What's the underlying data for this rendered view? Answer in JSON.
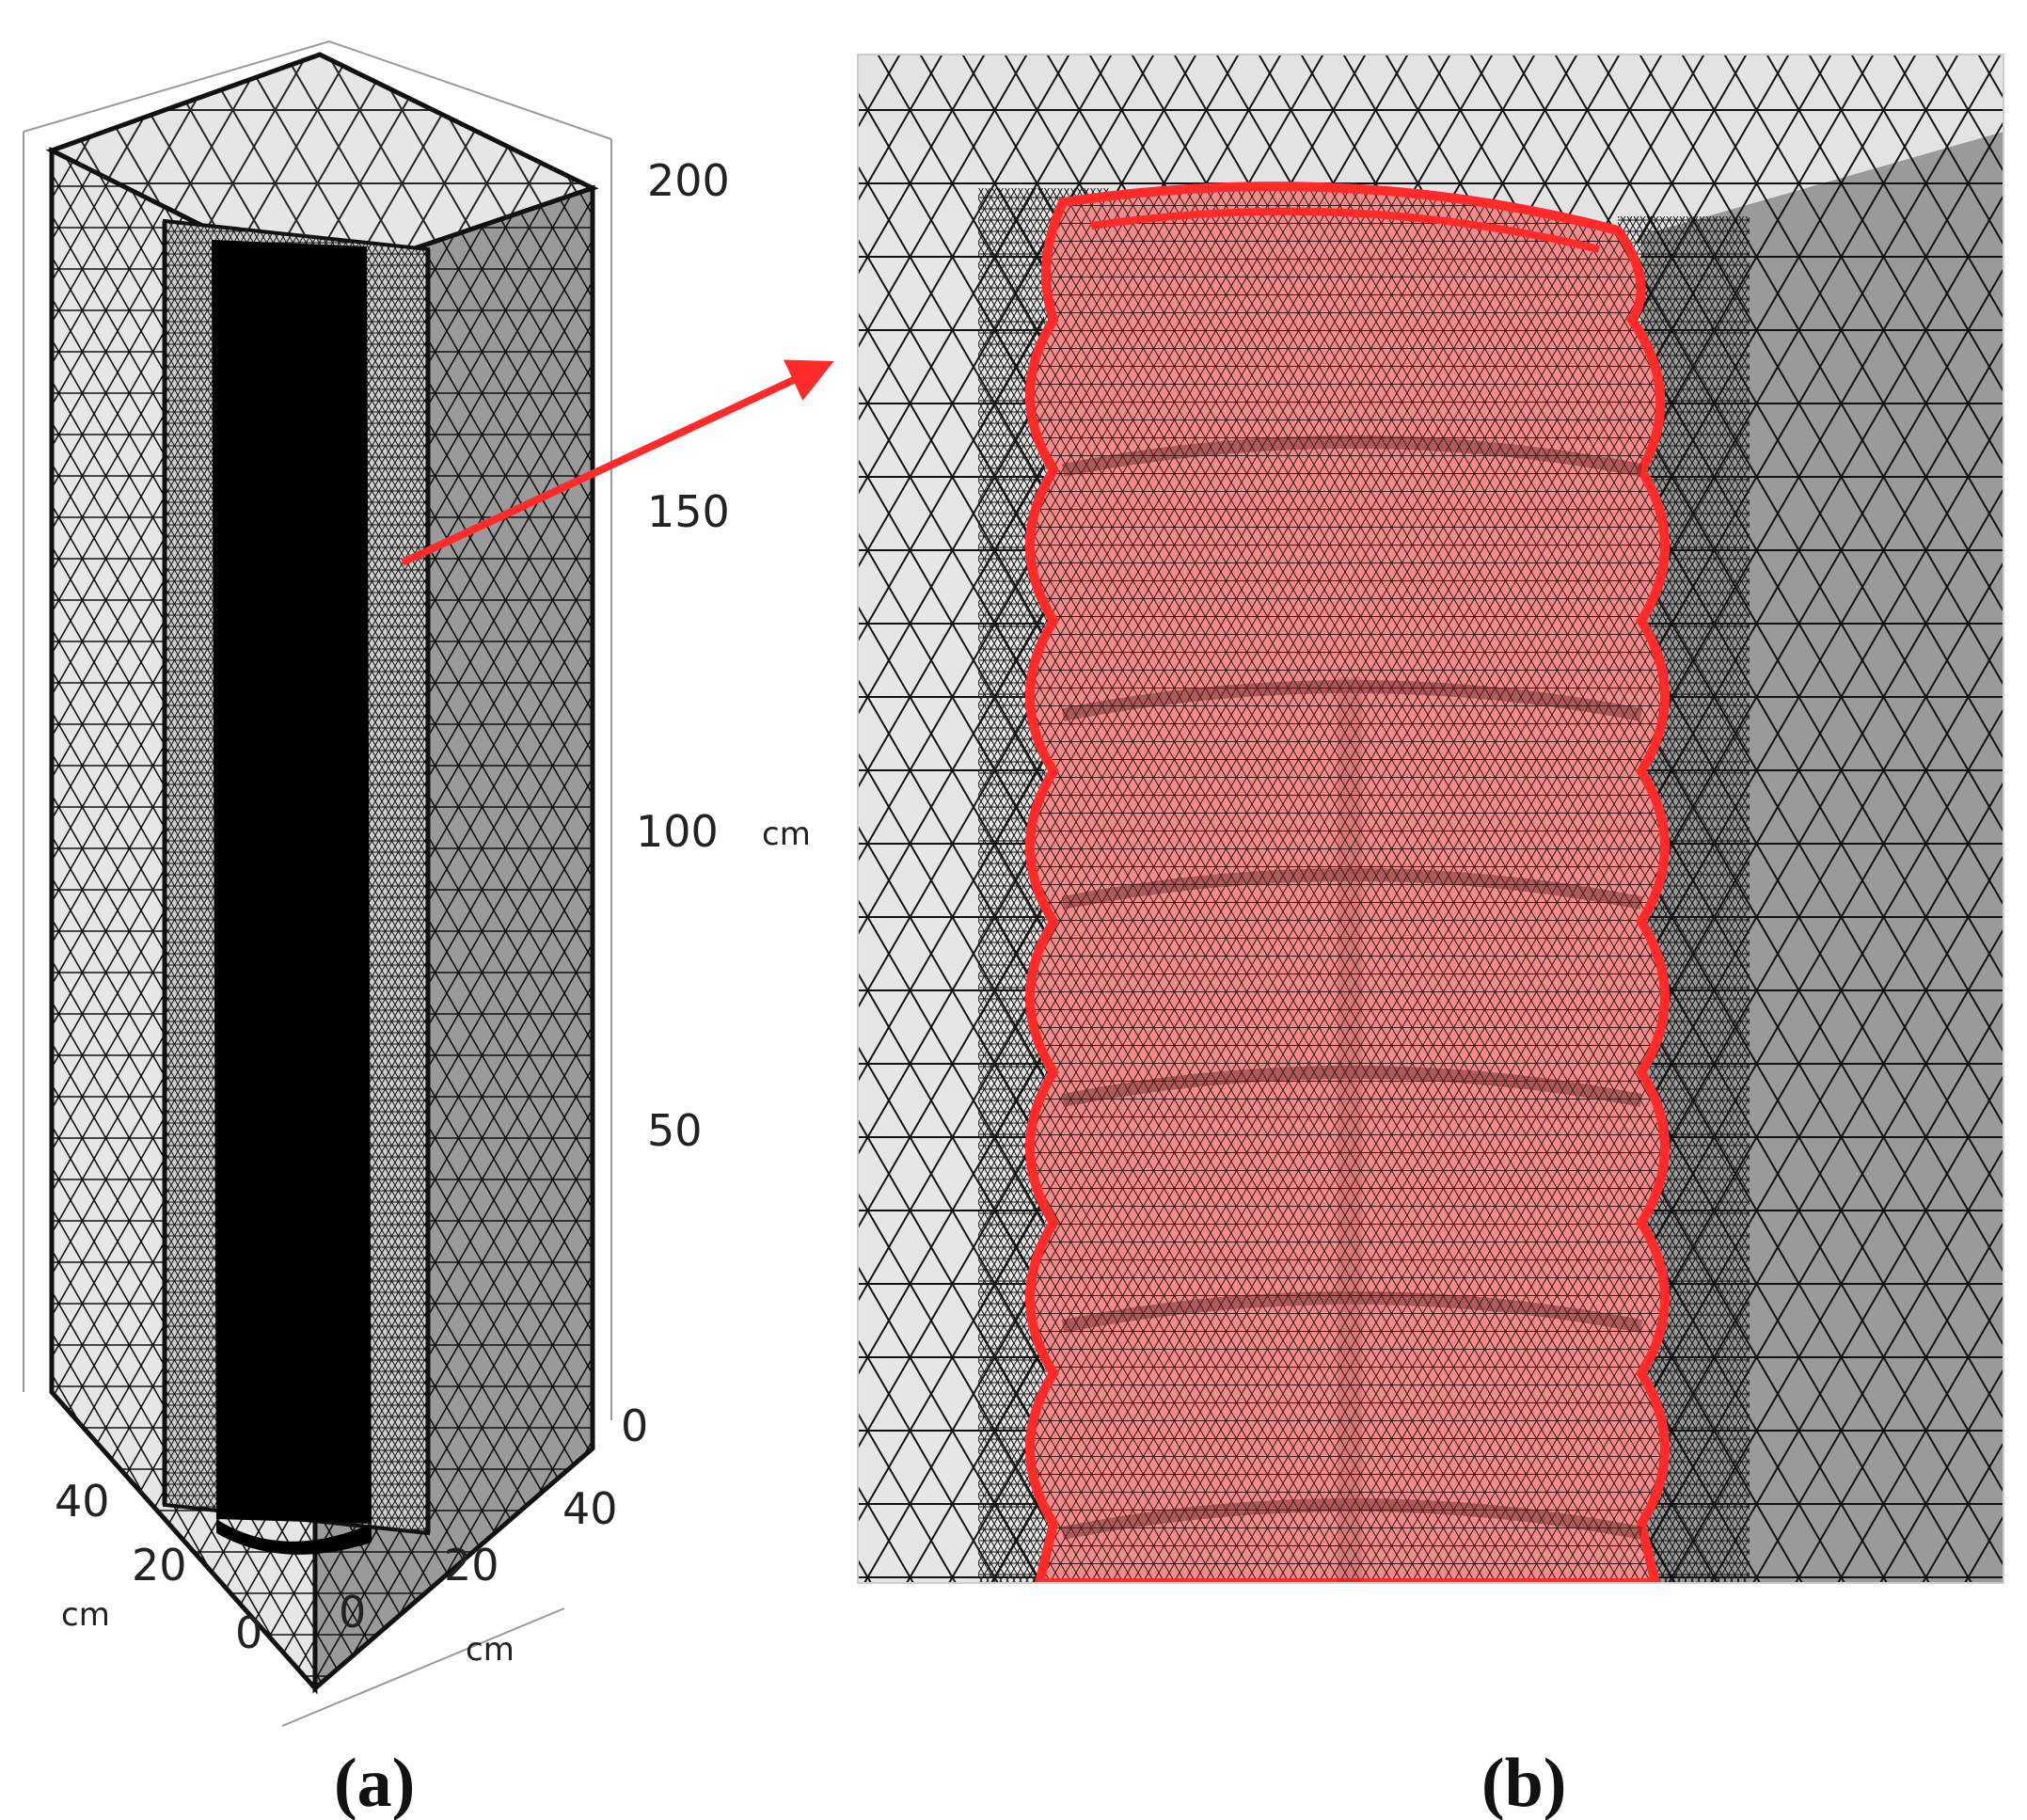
{
  "colors": {
    "background": "#ffffff",
    "mesh_line": "#111111",
    "light_face": "#e6e6e6",
    "side_face": "#9a9a9a",
    "dense_core": "#000000",
    "highlight": "#ff2a2a",
    "highlight_fill": "#f08c8c",
    "axis_text": "#222222"
  },
  "panel_a": {
    "label": "(a)",
    "z_axis": {
      "ticks": [
        "200",
        "150",
        "100",
        "50",
        "0"
      ],
      "unit": "cm"
    },
    "x_axis": {
      "ticks": [
        "40",
        "20",
        "0"
      ],
      "unit": "cm"
    },
    "y_axis": {
      "ticks": [
        "0",
        "20",
        "40"
      ],
      "unit": "cm"
    }
  },
  "panel_b": {
    "label": "(b)"
  },
  "icons": {
    "arrow": "red-pointer-arrow-icon"
  }
}
